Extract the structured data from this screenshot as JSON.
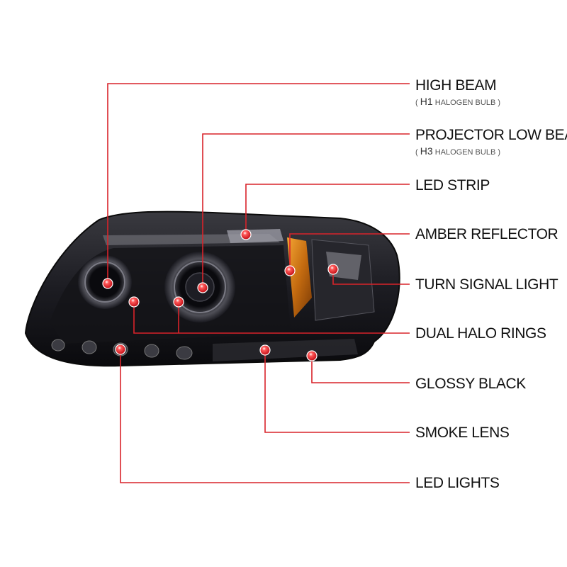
{
  "accent_color": "#d9232a",
  "callouts": [
    {
      "label": "HIGH BEAM",
      "sub_pre": "( ",
      "sub_big": "H1",
      "sub_post": " HALOGEN BULB )"
    },
    {
      "label": "PROJECTOR LOW BEAM",
      "sub_pre": "( ",
      "sub_big": "H3",
      "sub_post": " HALOGEN BULB )"
    },
    {
      "label": "LED STRIP"
    },
    {
      "label": "AMBER REFLECTOR"
    },
    {
      "label": "TURN SIGNAL LIGHT"
    },
    {
      "label": "DUAL HALO RINGS"
    },
    {
      "label": "GLOSSY BLACK"
    },
    {
      "label": "SMOKE LENS"
    },
    {
      "label": "LED LIGHTS"
    }
  ]
}
